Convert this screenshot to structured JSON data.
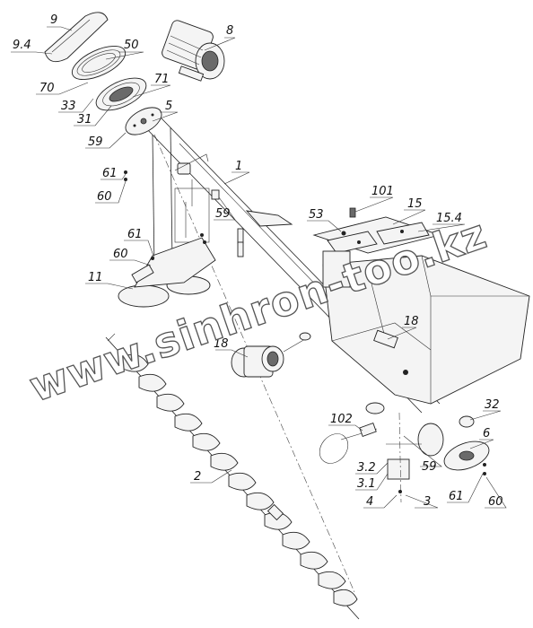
{
  "watermark": "www.sinhron-too.kz",
  "labels": {
    "l9_4": "9.4",
    "l9": "9",
    "l50": "50",
    "l8": "8",
    "l70": "70",
    "l33": "33",
    "l71": "71",
    "l31": "31",
    "l5": "5",
    "l59a": "59",
    "l61a": "61",
    "l60a": "60",
    "l1": "1",
    "l59b": "59",
    "l61b": "61",
    "l60b": "60",
    "l11": "11",
    "l101": "101",
    "l53": "53",
    "l15": "15",
    "l15_4": "15.4",
    "l18a": "18",
    "l18b": "18",
    "l2": "2",
    "l32": "32",
    "l102": "102",
    "l6": "6",
    "l3_2": "3.2",
    "l3_1": "3.1",
    "l59c": "59",
    "l4": "4",
    "l3": "3",
    "l61c": "61",
    "l60c": "60"
  }
}
